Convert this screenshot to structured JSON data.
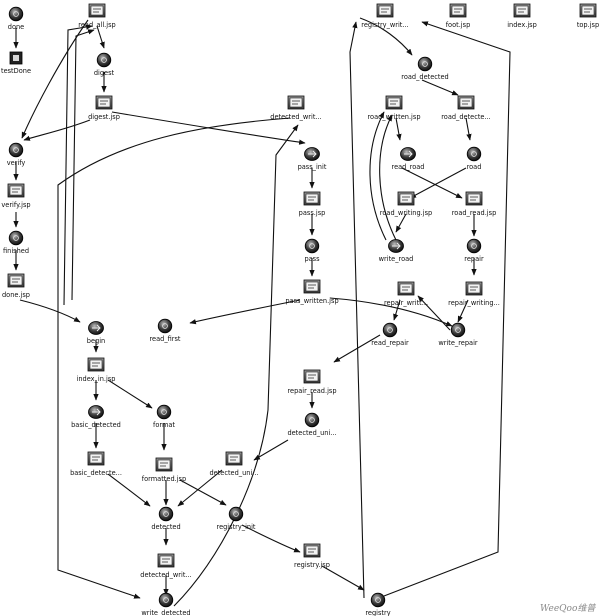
{
  "watermark": "WeeQoo维普",
  "nodes": [
    {
      "id": "done",
      "label": "done",
      "kind": "action"
    },
    {
      "id": "testDone",
      "label": "testDone",
      "kind": "stop"
    },
    {
      "id": "read_all",
      "label": "read_all.jsp",
      "kind": "jsp"
    },
    {
      "id": "digest",
      "label": "digest",
      "kind": "action"
    },
    {
      "id": "digest_jsp",
      "label": "digest.jsp",
      "kind": "jsp"
    },
    {
      "id": "verify",
      "label": "verify",
      "kind": "action"
    },
    {
      "id": "verify_jsp",
      "label": "verify.jsp",
      "kind": "jsp"
    },
    {
      "id": "finished",
      "label": "finished",
      "kind": "action"
    },
    {
      "id": "done_jsp",
      "label": "done.jsp",
      "kind": "jsp"
    },
    {
      "id": "detected_writ_top",
      "label": "detected_writ...",
      "kind": "jsp"
    },
    {
      "id": "pass_init",
      "label": "pass_init",
      "kind": "start"
    },
    {
      "id": "pass_jsp",
      "label": "pass.jsp",
      "kind": "jsp"
    },
    {
      "id": "pass",
      "label": "pass",
      "kind": "action"
    },
    {
      "id": "pass_written",
      "label": "pass_written.jsp",
      "kind": "jsp"
    },
    {
      "id": "read_first",
      "label": "read_first",
      "kind": "action"
    },
    {
      "id": "begin",
      "label": "begin",
      "kind": "start"
    },
    {
      "id": "index_in",
      "label": "index_in.jsp",
      "kind": "jsp"
    },
    {
      "id": "basic_detected",
      "label": "basic_detected",
      "kind": "start"
    },
    {
      "id": "format",
      "label": "format",
      "kind": "action"
    },
    {
      "id": "basic_detecte_jsp",
      "label": "basic_detecte...",
      "kind": "jsp"
    },
    {
      "id": "formatted",
      "label": "formatted.jsp",
      "kind": "jsp"
    },
    {
      "id": "detected_uni_low",
      "label": "detected_uni...",
      "kind": "jsp"
    },
    {
      "id": "detected",
      "label": "detected",
      "kind": "action"
    },
    {
      "id": "registry_init",
      "label": "registry_init",
      "kind": "action"
    },
    {
      "id": "detected_writ_low",
      "label": "detected_writ...",
      "kind": "jsp"
    },
    {
      "id": "write_detected",
      "label": "write_detected",
      "kind": "action"
    },
    {
      "id": "registry_jsp",
      "label": "registry.jsp",
      "kind": "jsp"
    },
    {
      "id": "registry",
      "label": "registry",
      "kind": "action"
    },
    {
      "id": "registry_writ",
      "label": "registry_writ...",
      "kind": "jsp"
    },
    {
      "id": "foot",
      "label": "foot.jsp",
      "kind": "jsp"
    },
    {
      "id": "index",
      "label": "index.jsp",
      "kind": "jsp"
    },
    {
      "id": "top",
      "label": "top.jsp",
      "kind": "jsp"
    },
    {
      "id": "road_detected",
      "label": "road_detected",
      "kind": "action"
    },
    {
      "id": "road_written",
      "label": "road_written.jsp",
      "kind": "jsp"
    },
    {
      "id": "road_detecte_jsp",
      "label": "road_detecte...",
      "kind": "jsp"
    },
    {
      "id": "read_road",
      "label": "read_road",
      "kind": "start"
    },
    {
      "id": "road",
      "label": "road",
      "kind": "action"
    },
    {
      "id": "road_writing",
      "label": "road_writing.jsp",
      "kind": "jsp"
    },
    {
      "id": "road_read",
      "label": "road_read.jsp",
      "kind": "jsp"
    },
    {
      "id": "write_road",
      "label": "write_road",
      "kind": "start"
    },
    {
      "id": "repair",
      "label": "repair",
      "kind": "action"
    },
    {
      "id": "repair_writt",
      "label": "repair_writt...",
      "kind": "jsp"
    },
    {
      "id": "repair_writing",
      "label": "repair_writing...",
      "kind": "jsp"
    },
    {
      "id": "read_repair",
      "label": "read_repair",
      "kind": "action"
    },
    {
      "id": "write_repair",
      "label": "write_repair",
      "kind": "action"
    },
    {
      "id": "repair_read",
      "label": "repair_read.jsp",
      "kind": "jsp"
    },
    {
      "id": "detected_uni_mid",
      "label": "detected_uni...",
      "kind": "action"
    }
  ]
}
